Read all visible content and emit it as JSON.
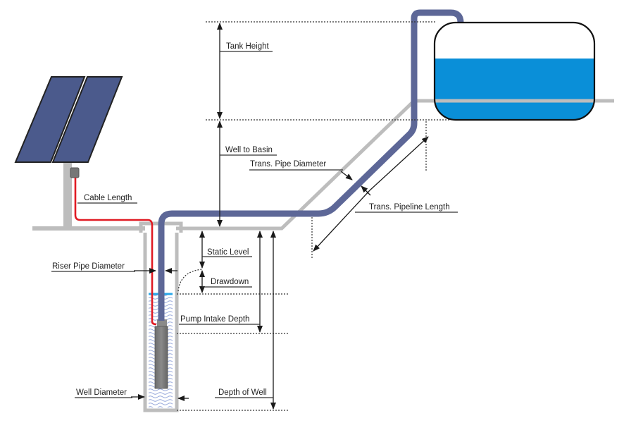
{
  "title": "Solar Water Pumping System Diagram",
  "colors": {
    "solar_panel": "#4b5a8c",
    "ground": "#bdbdbd",
    "riser_pipe": "#5d6797",
    "cable": "#e01b24",
    "water": "#0a8fd8",
    "pump": "#7a7a7a",
    "outline": "#1a1a1a"
  },
  "labels": {
    "cable_length": "Cable Length",
    "riser_pipe_diameter": "Riser Pipe Diameter",
    "well_diameter": "Well Diameter",
    "tank_height": "Tank Height",
    "well_to_basin": "Well to Basin",
    "trans_pipe_diameter": "Trans. Pipe Diameter",
    "trans_pipeline_length": "Trans. Pipeline Length",
    "static_level": "Static Level",
    "drawdown": "Drawdown",
    "pump_intake_depth": "Pump Intake Depth",
    "depth_of_well": "Depth of Well"
  },
  "components": [
    "solar-panel",
    "junction-box",
    "cable",
    "well-casing",
    "riser-pipe",
    "submersible-pump",
    "transmission-pipeline",
    "storage-tank"
  ]
}
